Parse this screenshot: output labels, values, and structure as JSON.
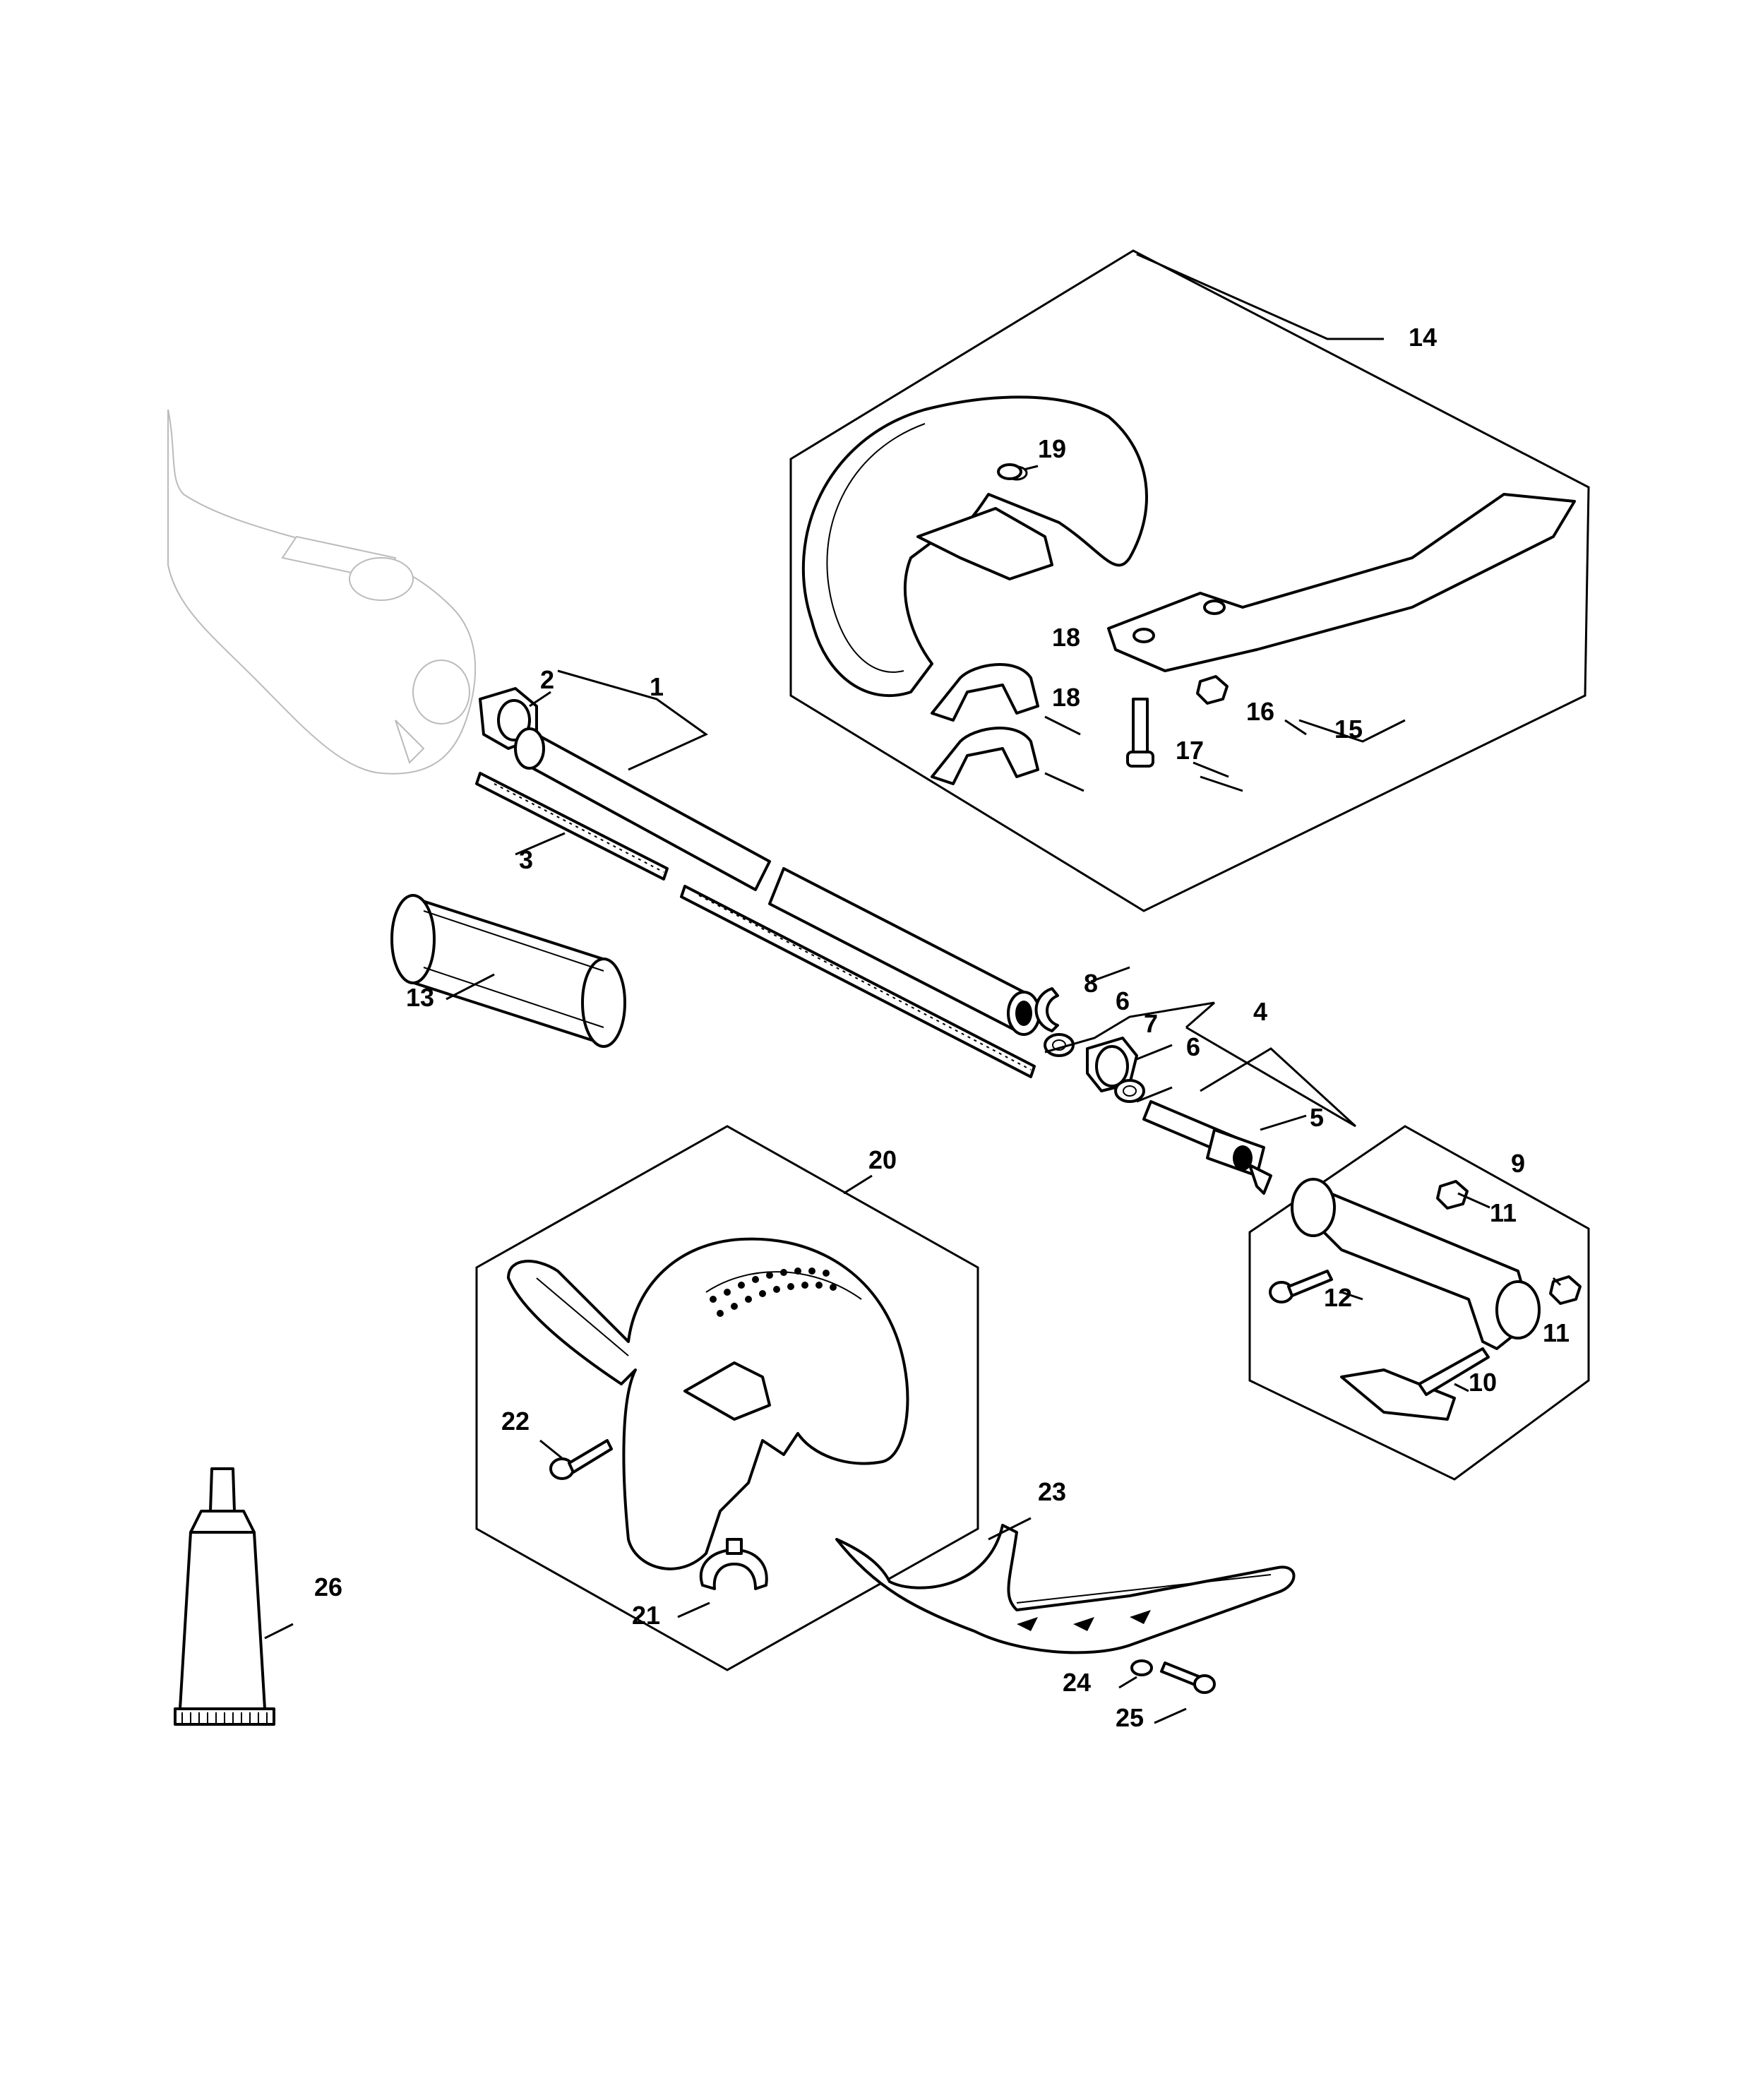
{
  "callouts": {
    "c1": "1",
    "c2": "2",
    "c3": "3",
    "c4": "4",
    "c5": "5",
    "c6a": "6",
    "c6b": "6",
    "c7": "7",
    "c8": "8",
    "c9": "9",
    "c10": "10",
    "c11a": "11",
    "c11b": "11",
    "c12": "12",
    "c13": "13",
    "c14": "14",
    "c15": "15",
    "c16": "16",
    "c17": "17",
    "c18a": "18",
    "c18b": "18",
    "c19": "19",
    "c20": "20",
    "c21": "21",
    "c22": "22",
    "c23": "23",
    "c24": "24",
    "c25": "25",
    "c26": "26"
  },
  "style": {
    "line_color": "#000000",
    "background": "#ffffff"
  }
}
